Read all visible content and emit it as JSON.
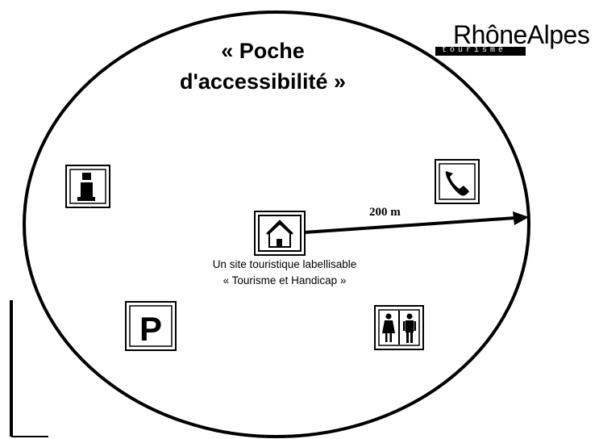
{
  "title_line1": "« Poche",
  "title_line2": "d'accessibilité »",
  "distance": "200 m",
  "site_label_line1": "Un site touristique labellisable",
  "site_label_line2": "« Tourisme et Handicap »",
  "logo": {
    "name": "RhôneAlpes",
    "subtitle": "tourisme"
  },
  "icons": [
    "house-icon",
    "info-icon",
    "phone-icon",
    "parking-icon",
    "toilets-icon"
  ]
}
